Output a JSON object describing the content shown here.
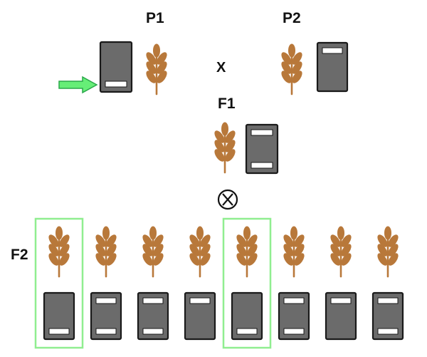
{
  "labels": {
    "p1": "P1",
    "p2": "P2",
    "f1": "F1",
    "f2": "F2",
    "cross": "X"
  },
  "colors": {
    "wheat": "#b8783a",
    "chromosome_fill": "#6b6b6b",
    "chromosome_border": "#1a1a1a",
    "marker_band": "#ffffff",
    "selection_box": "#90ee90",
    "arrow_fill": "#66ee77",
    "arrow_stroke": "#2aa84a"
  },
  "icons": {
    "wheat": "wheat-ear-icon",
    "self_cross": "circled-x-icon",
    "arrow": "right-arrow-icon"
  },
  "marker_positions": [
    "bottom",
    "top",
    "both"
  ],
  "parents": [
    {
      "id": "P1",
      "marker": "bottom",
      "indicated_by_arrow": true
    },
    {
      "id": "P2",
      "marker": "top",
      "indicated_by_arrow": false
    }
  ],
  "f1": {
    "marker": "both"
  },
  "f2": [
    {
      "marker": "bottom",
      "selected": true
    },
    {
      "marker": "both",
      "selected": false
    },
    {
      "marker": "both",
      "selected": false
    },
    {
      "marker": "top",
      "selected": false
    },
    {
      "marker": "bottom",
      "selected": true
    },
    {
      "marker": "both",
      "selected": false
    },
    {
      "marker": "top",
      "selected": false
    },
    {
      "marker": "both",
      "selected": false
    }
  ]
}
